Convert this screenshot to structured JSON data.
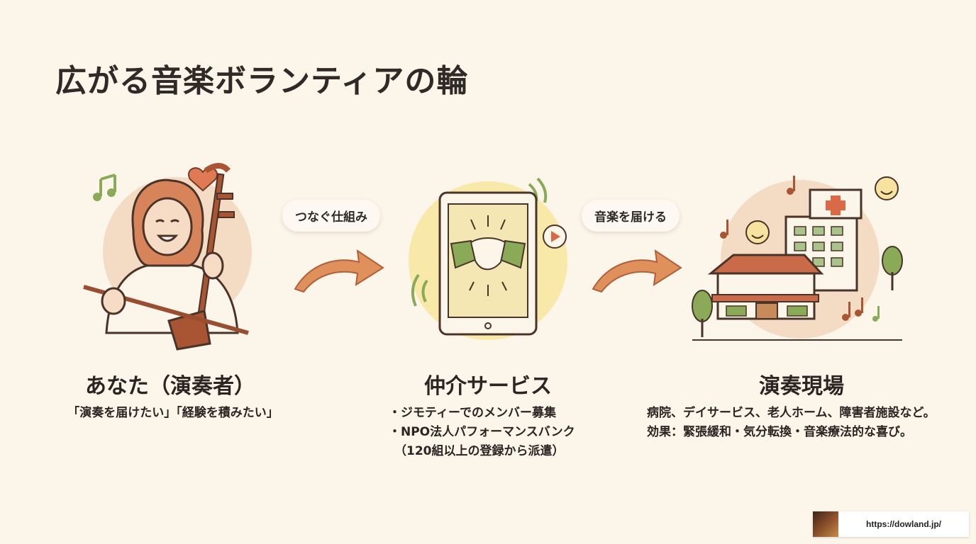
{
  "title": "広がる音楽ボランティアの輪",
  "steps": [
    {
      "heading": "あなた（演奏者）",
      "desc": "「演奏を届けたい」「経験を積みたい」"
    },
    {
      "heading": "仲介サービス",
      "bullets": [
        "・ジモティーでのメンバー募集",
        "・NPO法人パフォーマンスバンク",
        "（120組以上の登録から派遣）"
      ]
    },
    {
      "heading": "演奏現場",
      "lines": [
        "病院、デイサービス、老人ホーム、障害者施設など。",
        "効果：緊張緩和・気分転換・音楽療法的な喜び。"
      ]
    }
  ],
  "connectors": [
    {
      "label": "つなぐ仕組み"
    },
    {
      "label": "音楽を届ける"
    }
  ],
  "footer": {
    "url": "https://dowland.jp/"
  },
  "colors": {
    "background": "#fbf5ea",
    "arrow": "#e0905a",
    "wood": "#b5603c",
    "accent_green": "#8aaa58",
    "tablet_glow": "#f9e9a8"
  },
  "icons": [
    "music-note-icon",
    "heart-icon",
    "smile-icon",
    "play-icon",
    "handshake-icon",
    "hospital-cross-icon",
    "curved-arrow-icon"
  ]
}
